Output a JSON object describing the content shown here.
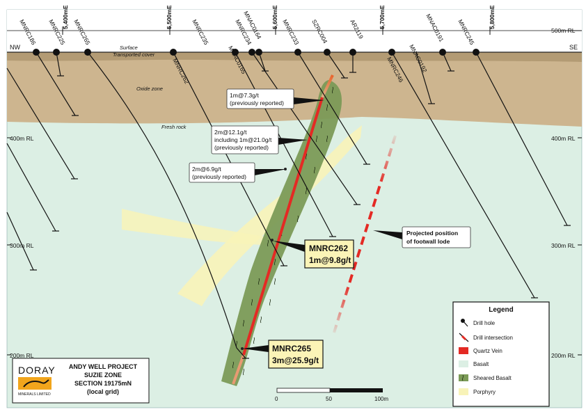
{
  "section": {
    "direction_left": "NW",
    "direction_right": "SE",
    "surface": "Surface",
    "transported_cover": "Transported cover",
    "oxide_zone": "Oxide zone",
    "fresh_rock": "Fresh rock"
  },
  "eastings": [
    "5,400mE",
    "5,500mE",
    "5,600mE",
    "5,700mE",
    "5,800mE"
  ],
  "rl_labels": {
    "rl500": "500m RL",
    "rl400": "400m RL",
    "rl300": "300m RL",
    "rl200": "200m RL"
  },
  "holes": {
    "mnrc186": "MNRC186",
    "mnrc225": "MNRC225",
    "mnrc265": "MNRC265",
    "mnrc262": "MNRC262",
    "mnrc235": "MNRC235",
    "mnac0165": "MNAC0165",
    "mnac0164": "MNAC0164",
    "mnrc234": "MNRC234",
    "mnrc233": "MNRC233",
    "szrc004": "SZRC004",
    "ar2119": "AR2119",
    "mnrc246": "MNRC246",
    "mnac0192": "MNAC0192",
    "mnac0191": "MNAC0191",
    "mnrc245": "MNRC245"
  },
  "callouts": {
    "c1_line1": "1m@7.3g/t",
    "c1_line2": "(previously reported)",
    "c2_line1": "2m@12.1g/t",
    "c2_line2": "including 1m@21.0g/t",
    "c2_line3": "(previously reported)",
    "c3_line1": "2m@6.9g/t",
    "c3_line2": "(previously reported)",
    "mnrc262_name": "MNRC262",
    "mnrc262_value": "1m@9.8g/t",
    "mnrc265_name": "MNRC265",
    "mnrc265_value": "3m@25.9g/t",
    "footwall_line1": "Projected position",
    "footwall_line2": "of footwall lode"
  },
  "legend": {
    "title": "Legend",
    "drill_hole": "Drill hole",
    "drill_intersection": "Drill intersection",
    "quartz_vein": "Quartz Vein",
    "basalt": "Basalt",
    "sheared_basalt": "Sheared Basalt",
    "porphyry": "Porphyry"
  },
  "title_block": {
    "logo_text": "DORAY",
    "logo_subtext": "MINERALS LIMITED",
    "line1": "ANDY WELL PROJECT",
    "line2": "SUZIE ZONE",
    "line3": "SECTION 19175mN",
    "line4": "(local grid)"
  },
  "scale": {
    "s0": "0",
    "s50": "50",
    "s100": "100m"
  },
  "colors": {
    "basalt": "#dcefe4",
    "oxide": "#cdb58f",
    "cover": "#b89e78",
    "sheared": "#7b9a57",
    "porphyry": "#f8f3b8",
    "quartz_vein": "#e42a24",
    "callout_yellow": "#fbf4b7"
  }
}
